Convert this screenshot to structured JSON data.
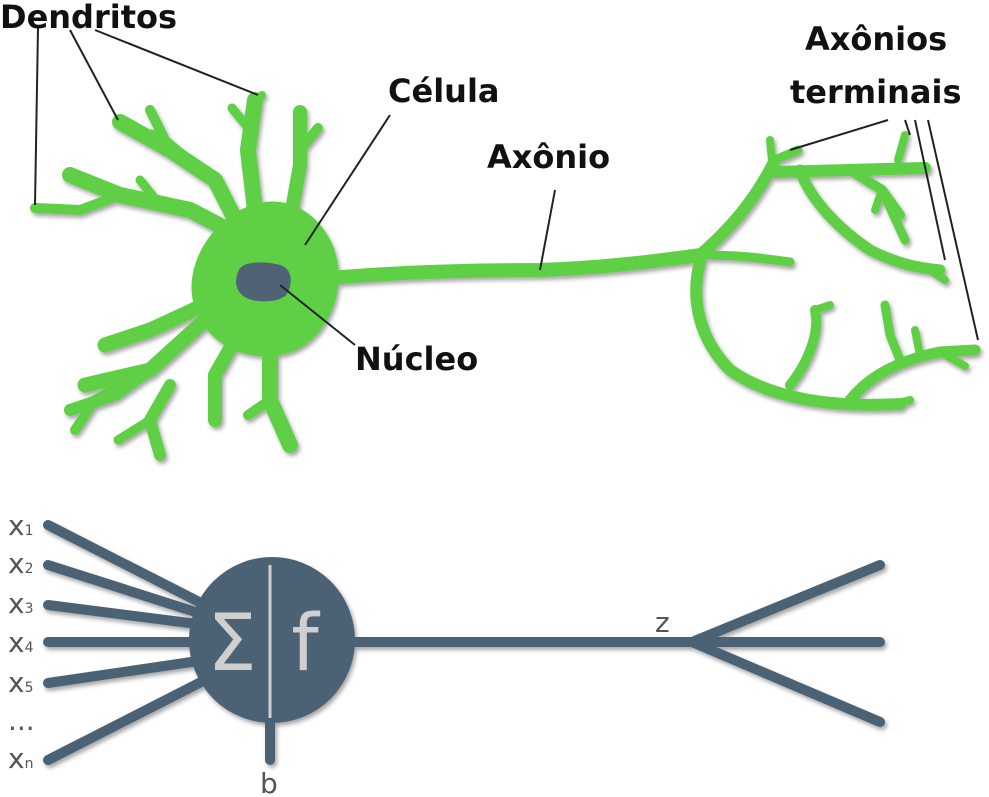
{
  "biological_neuron": {
    "labels": {
      "dendrites": "Dendritos",
      "cell": "Célula",
      "axon": "Axônio",
      "terminal_line1": "Axônios",
      "terminal_line2": "terminais",
      "nucleus": "Núcleo"
    },
    "colors": {
      "body": "#5fcf45",
      "outline": "#2e7a24",
      "nucleus": "#4f6475",
      "pointer": "#222222"
    }
  },
  "artificial_neuron": {
    "inputs": [
      {
        "label": "x",
        "sub": "1"
      },
      {
        "label": "x",
        "sub": "2"
      },
      {
        "label": "x",
        "sub": "3"
      },
      {
        "label": "x",
        "sub": "4"
      },
      {
        "label": "x",
        "sub": "5"
      },
      {
        "label": "...",
        "sub": ""
      },
      {
        "label": "x",
        "sub": "n"
      }
    ],
    "sum_symbol": "Σ",
    "activation_symbol": "f",
    "output_label": "z",
    "bias_label": "b",
    "colors": {
      "body": "#4b6275",
      "symbol": "#cfcfcf",
      "text": "#555555"
    }
  }
}
